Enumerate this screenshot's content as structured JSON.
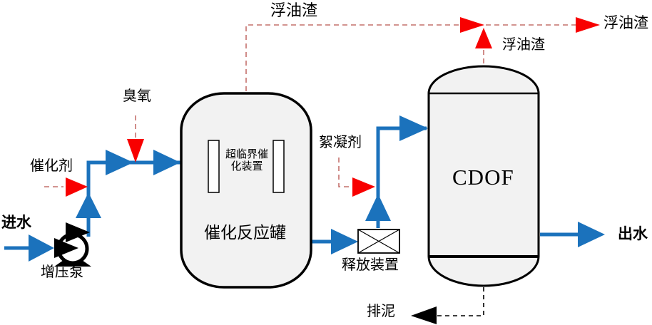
{
  "diagram": {
    "title_hint": "CDOF catalytic oxidation water treatment process flow diagram",
    "labels": {
      "inlet": "进水",
      "pump": "增压泵",
      "catalyst": "催化剂",
      "ozone": "臭氧",
      "reactor_internal_line1": "超临界催",
      "reactor_internal_line2": "化装置",
      "reactor": "催化反应罐",
      "release_device": "释放装置",
      "flocculant": "絮凝剂",
      "cdof": "CDOF",
      "outlet": "出水",
      "scum_top": "浮油渣",
      "scum_mid": "浮油渣",
      "scum_right": "浮油渣",
      "sludge": "排泥"
    },
    "colors": {
      "pipe_blue": "#1b72bc",
      "arrow_red": "#f80000",
      "dashed_red": "#c4706c",
      "line_black": "#000000",
      "tank_fill": "#f2f2f2"
    }
  }
}
